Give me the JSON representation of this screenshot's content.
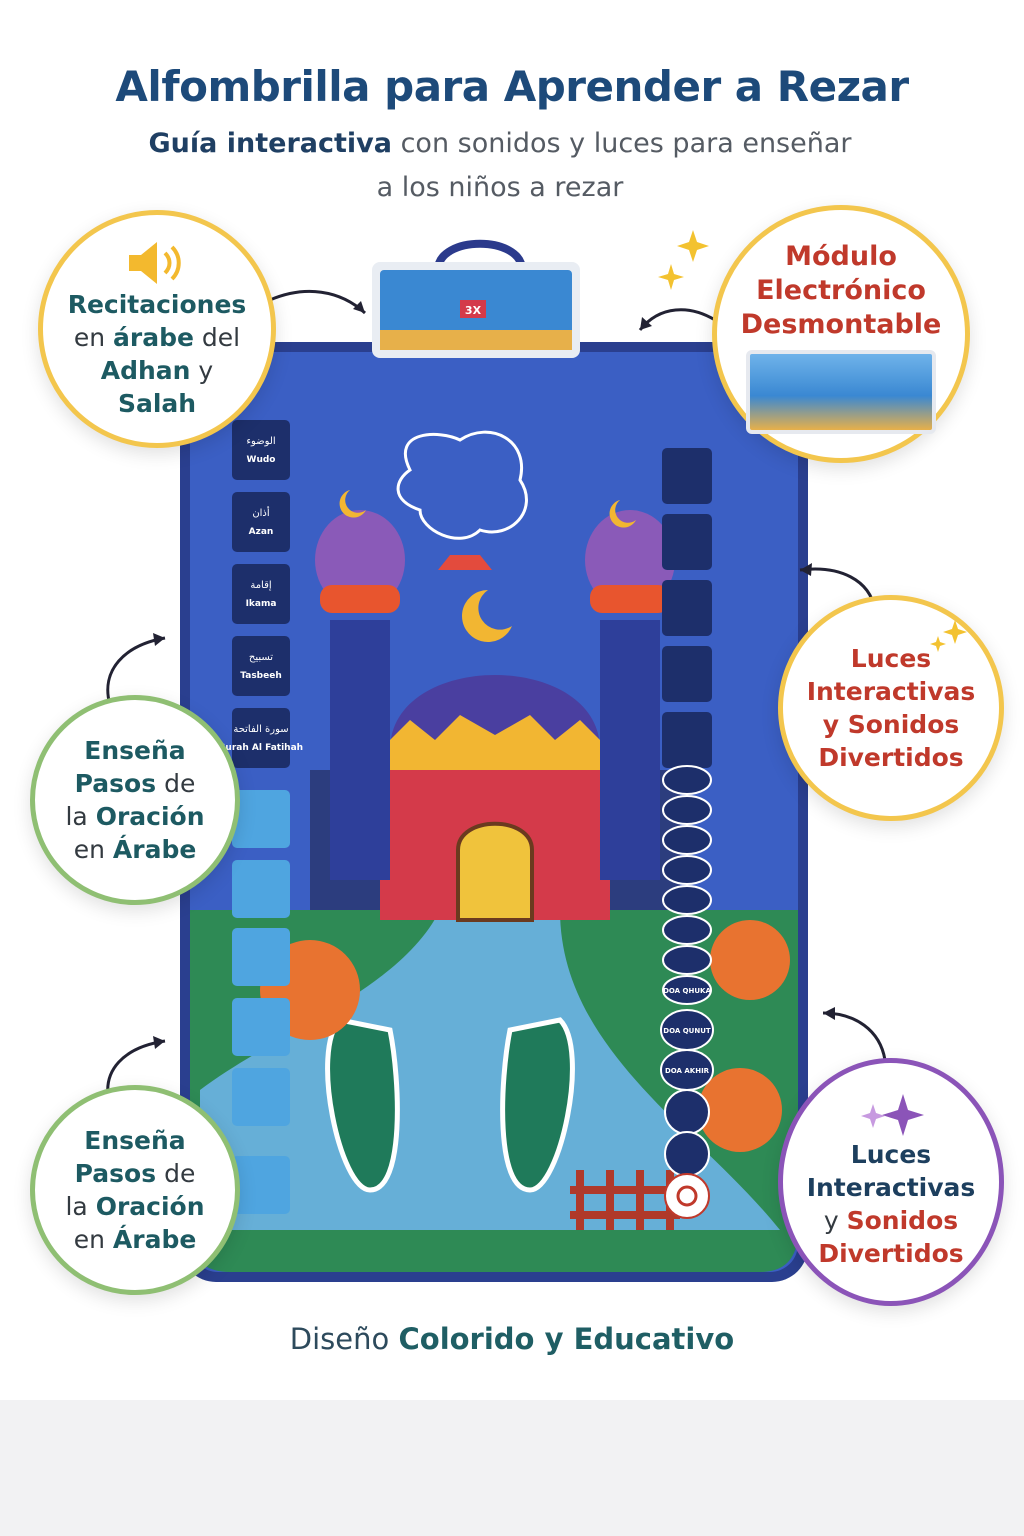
{
  "header": {
    "title": "Alfombrilla para Aprender a Rezar",
    "subtitle_bold": "Guía interactiva",
    "subtitle_rest": "con sonidos y luces para enseñar",
    "subtitle_line2": "a los niños a rezar"
  },
  "callouts": {
    "recitations": {
      "line1": "Recitaciones",
      "line2a": "en ",
      "line2b": "árabe",
      "line2c": " del",
      "line3a": "Adhan",
      "line3b": " y",
      "line4": "Salah"
    },
    "module": {
      "line1": "Módulo",
      "line2": "Electrónico",
      "line3": "Desmontable"
    },
    "lights_top": {
      "line1": "Luces",
      "line2": "Interactivas",
      "line3": "y Sonidos",
      "line4": "Divertidos"
    },
    "steps_a": {
      "line1": "Enseña",
      "line2a": "Pasos",
      "line2b": " de",
      "line3a": "la ",
      "line3b": "Oración",
      "line4a": "en ",
      "line4b": "Árabe"
    },
    "steps_b": {
      "line1": "Enseña",
      "line2a": "Pasos",
      "line2b": " de",
      "line3a": "la ",
      "line3b": "Oración",
      "line4a": "en ",
      "line4b": "Árabe"
    },
    "lights_bottom": {
      "line1": "Luces",
      "line2": "Interactivas",
      "line3a": "y ",
      "line3b": "Sonidos",
      "line4": "Divertidos"
    }
  },
  "mat": {
    "left_buttons": [
      {
        "arabic": "الوضوء",
        "latin": "Wudo"
      },
      {
        "arabic": "أذان",
        "latin": "Azan"
      },
      {
        "arabic": "إقامة",
        "latin": "Ikama"
      },
      {
        "arabic": "تسبيح",
        "latin": "Tasbeeh"
      },
      {
        "arabic": "سورة الفاتحة",
        "latin": "Surah Al Fatihah"
      }
    ],
    "right_round_labels": [
      "DOA QHUKA",
      "DOA QUNUT",
      "DOA AKHIR"
    ],
    "module_badge": "3X"
  },
  "footer": {
    "plain": "Diseño ",
    "bold": "Colorido y Educativo"
  },
  "colors": {
    "title": "#1d4a7a",
    "mat_blue": "#3b5fc4",
    "accent_red": "#c0392b",
    "ring_yellow": "#f3c64d",
    "ring_green": "#8fbf73",
    "ring_purple": "#8b54b8"
  }
}
